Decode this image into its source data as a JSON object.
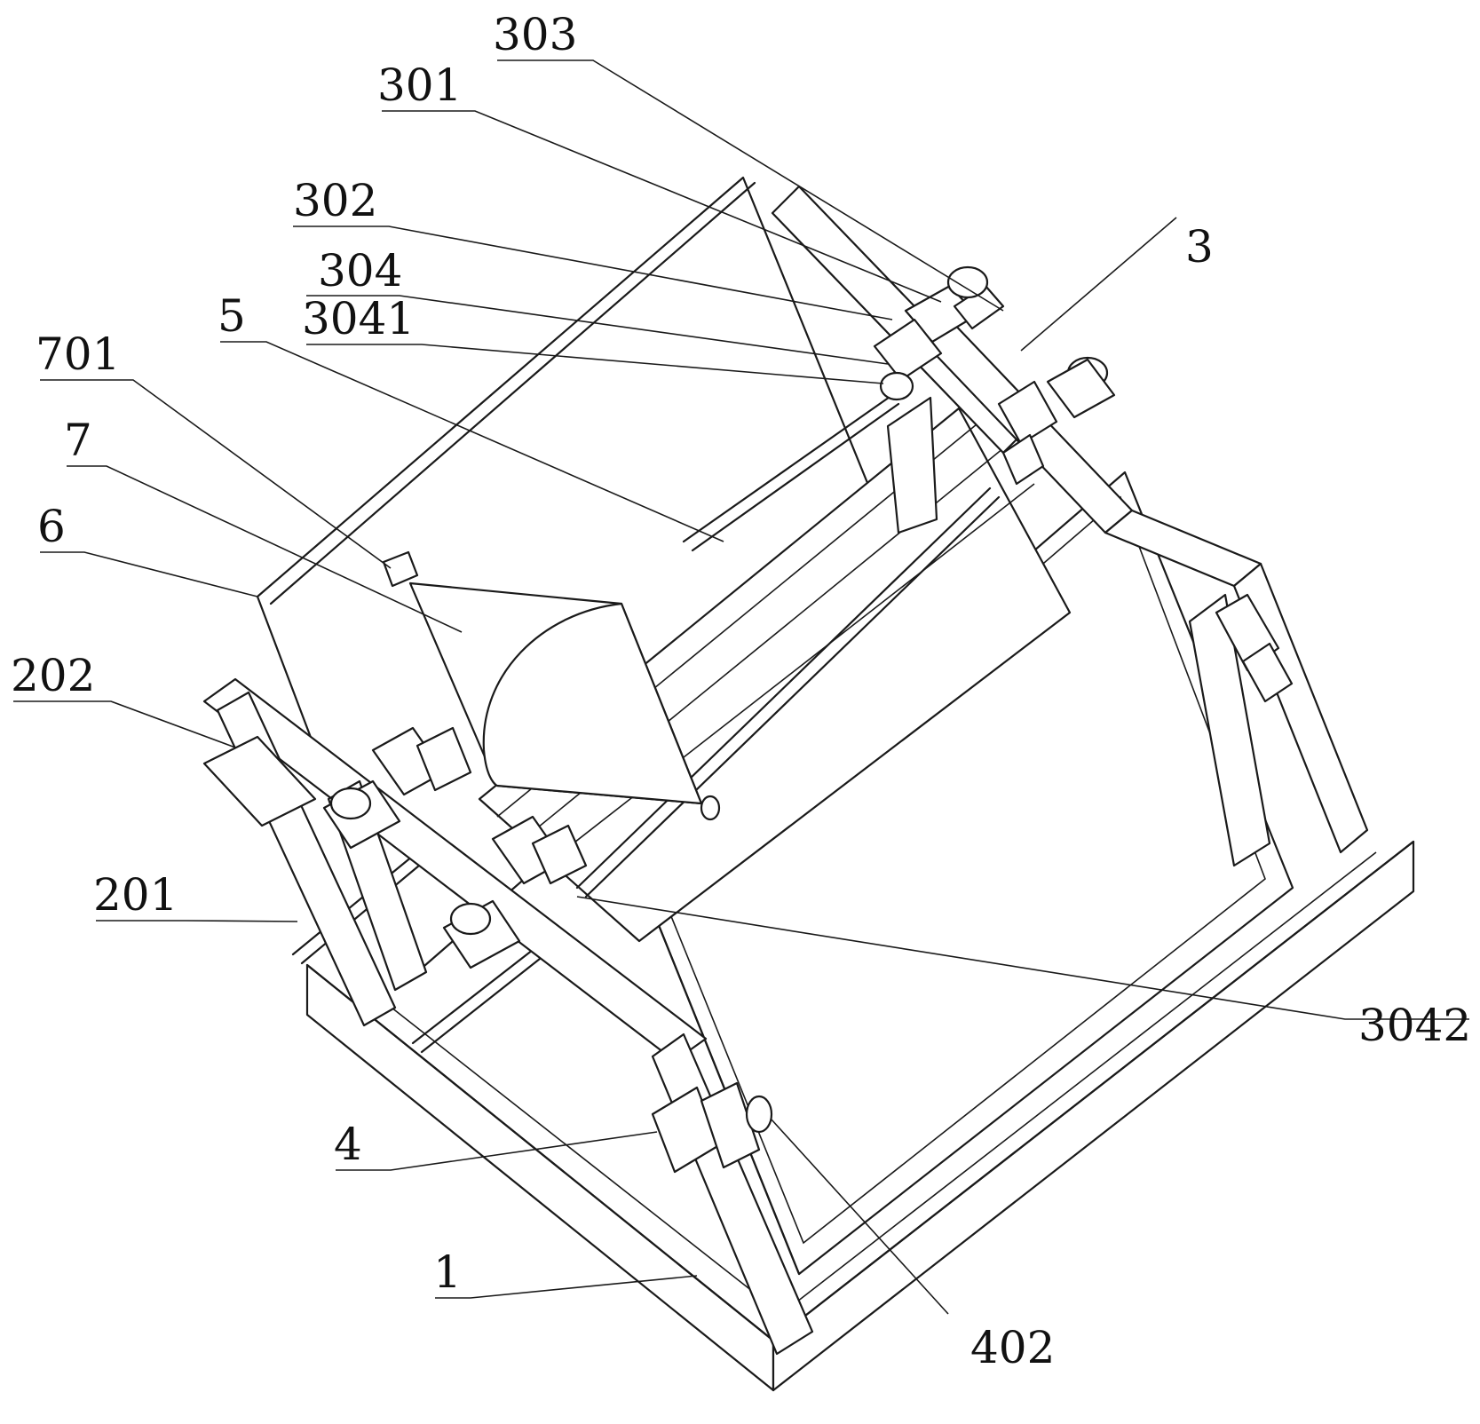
{
  "labels": {
    "l303": "303",
    "l301": "301",
    "l302": "302",
    "l304": "304",
    "l3041": "3041",
    "l3": "3",
    "l5": "5",
    "l701": "701",
    "l7": "7",
    "l6": "6",
    "l202": "202",
    "l201": "201",
    "l3042": "3042",
    "l4": "4",
    "l1": "1",
    "l402": "402"
  },
  "colors": {
    "line": "#1a1a1a",
    "background": "#ffffff"
  }
}
